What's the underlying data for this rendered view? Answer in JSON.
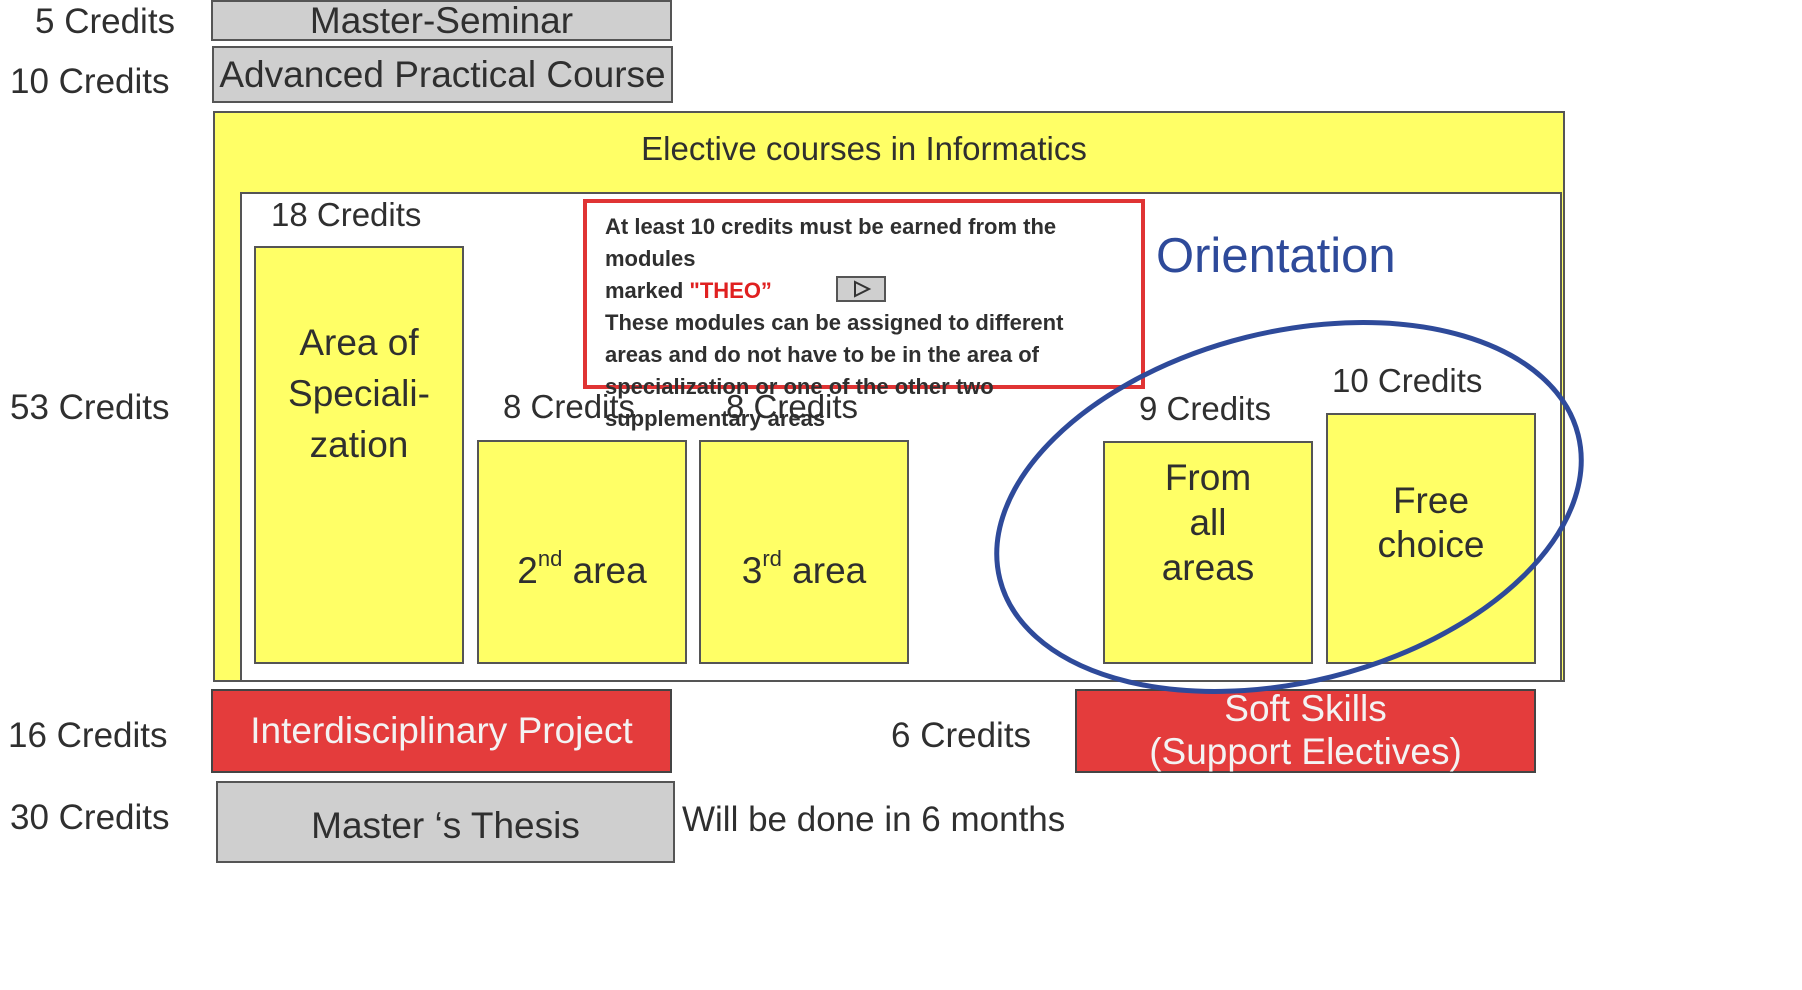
{
  "rows": {
    "seminar": {
      "credits": "5 Credits",
      "label": "Master-Seminar"
    },
    "practical": {
      "credits": "10 Credits",
      "label": "Advanced Practical Course"
    },
    "electives": {
      "credits": "53 Credits",
      "label": "Elective courses in Informatics"
    },
    "idp": {
      "credits": "16 Credits",
      "label": "Interdisciplinary Project"
    },
    "thesis": {
      "credits": "30 Credits",
      "label": "Master ‘s Thesis",
      "note": "Will be done in 6 months"
    }
  },
  "areas": {
    "specialization": {
      "credits": "18 Credits",
      "lines": [
        "Area of",
        "Speciali-",
        "zation"
      ]
    },
    "second": {
      "credits": "8 Credits",
      "num": "2",
      "sup": "nd",
      "word": " area"
    },
    "third": {
      "credits": "8 Credits",
      "num": "3",
      "sup": "rd",
      "word": " area"
    },
    "all_areas": {
      "credits": "9 Credits",
      "lines": [
        "From",
        "all",
        "areas"
      ]
    },
    "free": {
      "credits": "10 Credits",
      "lines": [
        "Free",
        "choice"
      ]
    }
  },
  "orientation_label": "Orientation",
  "note": {
    "line1": "At least 10 credits must be earned from the modules",
    "line2_prefix": "marked ",
    "line2_theo": "\"THEO”",
    "rest": [
      "These modules can be assigned to different",
      "areas and do not have to be in the area of",
      "specialization or one of the other two",
      "supplementary areas"
    ]
  },
  "soft_skills": {
    "credits": "6 Credits",
    "lines": [
      "Soft Skills",
      "(Support Electives)"
    ]
  },
  "colors": {
    "yellow": "#ffff66",
    "gray": "#cfcfcf",
    "red": "#e43c3c",
    "note_border": "#e03434",
    "orientation": "#2e4a9a"
  },
  "icons": {
    "play": "play-button-icon"
  }
}
